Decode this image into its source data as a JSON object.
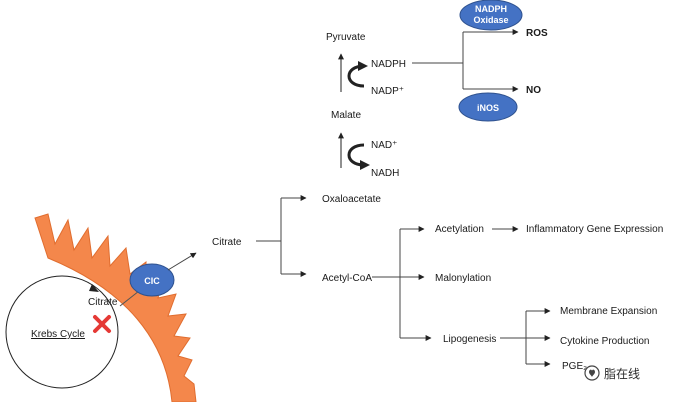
{
  "labels": {
    "pyruvate": "Pyruvate",
    "nadph": "NADPH",
    "nadp": "NADP⁺",
    "malate": "Malate",
    "nad": "NAD⁺",
    "nadh": "NADH",
    "oxaloacetate": "Oxaloacetate",
    "citrate_cyto": "Citrate",
    "acetyl_coa": "Acetyl-CoA",
    "acetylation": "Acetylation",
    "malonylation": "Malonylation",
    "lipogenesis": "Lipogenesis",
    "inflammatory": "Inflammatory Gene Expression",
    "membrane": "Membrane Expansion",
    "cytokine": "Cytokine Production",
    "pge": "PGE₂",
    "ros": "ROS",
    "no": "NO",
    "nadph_oxidase_1": "NADPH",
    "nadph_oxidase_2": "Oxidase",
    "inos": "iNOS",
    "cic": "CIC",
    "krebs": "Krebs Cycle",
    "citrate_mito": "Citrate"
  },
  "watermark": {
    "icon": "heart-bubble-icon",
    "text": "脂在线"
  },
  "colors": {
    "mito_orange": "#f4874b",
    "transporter_blue": "#4472c4",
    "inhibit_red": "#e53935"
  }
}
